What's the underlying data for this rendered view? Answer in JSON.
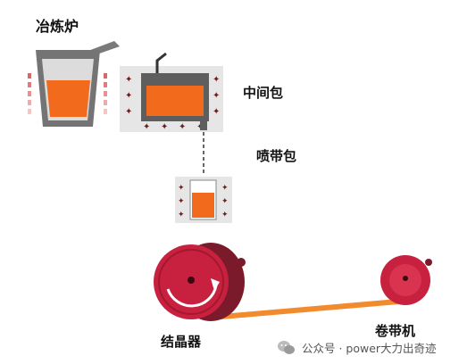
{
  "labels": {
    "furnace": "冶炼炉",
    "tundish": "中间包",
    "spray_nozzle": "喷带包",
    "crystallizer": "结晶器",
    "coiler": "卷带机"
  },
  "watermark": {
    "text": "公众号 · power大力出奇迹",
    "icon": "wechat-icon"
  },
  "colors": {
    "molten_metal": "#f26b1d",
    "vessel_gray": "#6f6f6f",
    "refractory_gray": "#e4e4e4",
    "heater_dark": "#6b1e1e",
    "heater_glow": "#d9666a",
    "roller_red": "#c8213f",
    "roller_dark": "#7a1a2a",
    "strip_orange": "#f28a2e"
  }
}
